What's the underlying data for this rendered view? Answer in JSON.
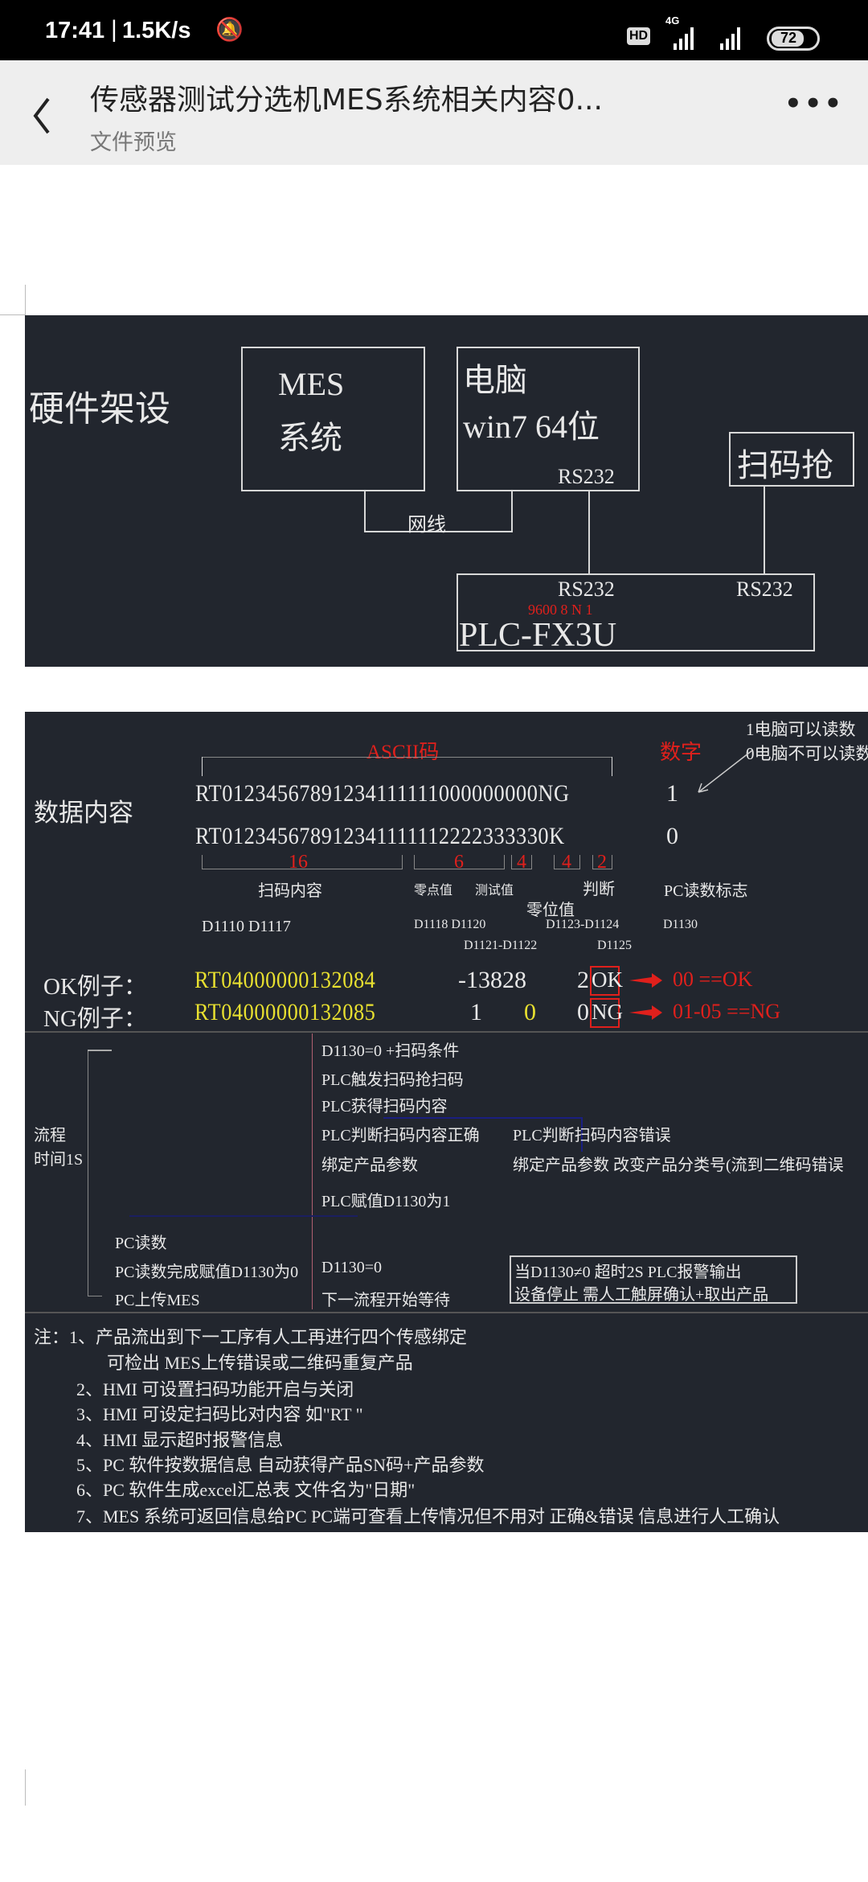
{
  "status_bar": {
    "time": "17:41",
    "speed": "1.5K/s",
    "hd": "HD",
    "network": "4G",
    "battery": "72"
  },
  "header": {
    "title": "传感器测试分选机MES系统相关内容0...",
    "subtitle": "文件预览"
  },
  "hardware": {
    "title": "硬件架设",
    "mes_line1": "MES",
    "mes_line2": "系统",
    "pc_line1": "电脑",
    "pc_line2": "win7 64位",
    "pc_port": "RS232",
    "cable": "网线",
    "scanner": "扫码抢",
    "plc_port1": "RS232",
    "plc_port2": "RS232",
    "serial_params": "9600 8 N 1",
    "plc": "PLC-FX3U"
  },
  "data": {
    "ascii_label": "ASCII码",
    "digit_label": "数字",
    "note1": "1电脑可以读数",
    "note0": "0电脑不可以读数",
    "section_label": "数据内容",
    "row1": "RT01234567891234111111000000000NG",
    "row1_flag": "1",
    "row2": "RT012345678912341111112222333330K",
    "row2_flag": "0",
    "seg_lengths": [
      "16",
      "6",
      "4",
      "4",
      "2"
    ],
    "labels": {
      "scan": "扫码内容",
      "zero": "零点值",
      "test": "测试值",
      "judge": "判断",
      "zero_pos": "零位值",
      "pc_flag": "PC读数标志"
    },
    "addresses": {
      "scan": "D1110 D1117",
      "zero": "D1118 D1120",
      "test": "D1121-D1122",
      "zp": "D1123-D1124",
      "judge": "D1125",
      "flag": "D1130"
    },
    "ok_example": {
      "label": "OK例子：",
      "code": "RT04000000132084",
      "v1": "-13828",
      "v2": "2",
      "result": "OK",
      "meaning": "00 ==OK"
    },
    "ng_example": {
      "label": "NG例子：",
      "code": "RT04000000132085",
      "v1": "1",
      "v1b": "0",
      "v2": "0",
      "result": "NG",
      "meaning": "01-05 ==NG"
    }
  },
  "flow": {
    "label1": "流程",
    "label2": "时间1S",
    "steps": [
      "D1130=0 +扫码条件",
      "PLC触发扫码抢扫码",
      "PLC获得扫码内容",
      "PLC判断扫码内容正确",
      "绑定产品参数",
      "PLC赋值D1130为1",
      "D1130=0",
      "下一流程开始等待"
    ],
    "error_steps": [
      "PLC判断扫码内容错误",
      "绑定产品参数 改变产品分类号(流到二维码错误"
    ],
    "pc_steps": [
      "PC读数",
      "PC读数完成赋值D1130为0",
      "PC上传MES"
    ],
    "alarm": [
      "当D1130≠0  超时2S  PLC报警输出",
      "设备停止  需人工触屏确认+取出产品"
    ]
  },
  "notes": [
    "注：1、产品流出到下一工序有人工再进行四个传感绑定",
    "可检出  MES上传错误或二维码重复产品",
    "2、HMI 可设置扫码功能开启与关闭",
    "3、HMI 可设定扫码比对内容 如\"RT \"",
    "4、HMI 显示超时报警信息",
    "5、PC 软件按数据信息 自动获得产品SN码+产品参数",
    "6、PC 软件生成excel汇总表  文件名为\"日期\"",
    "7、MES 系统可返回信息给PC  PC端可查看上传情况但不用对 正确&错误 信息进行人工确认"
  ]
}
